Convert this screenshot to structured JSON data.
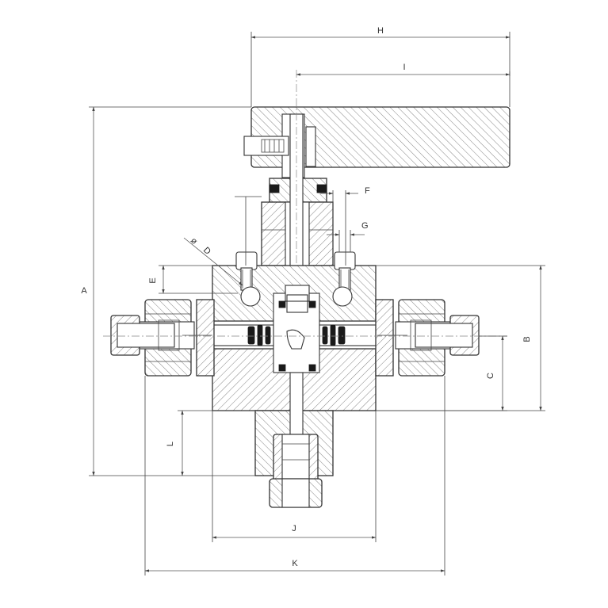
{
  "dimensions": {
    "A": "A",
    "B": "B",
    "C": "C",
    "D": "D",
    "E": "E",
    "F": "F",
    "G": "G",
    "H": "H",
    "I": "I",
    "J": "J",
    "K": "K",
    "L": "L",
    "diameter_symbol": "ø"
  },
  "colors": {
    "line": "#333333",
    "hatch": "#555555",
    "background": "#ffffff"
  }
}
